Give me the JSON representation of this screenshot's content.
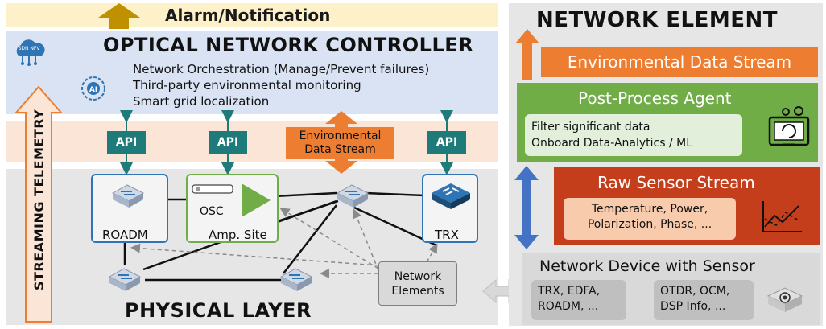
{
  "alarm": {
    "label": "Alarm/Notification"
  },
  "controller": {
    "title": "OPTICAL NETWORK CONTROLLER",
    "lines": [
      "Network Orchestration (Manage/Prevent failures)",
      "Third-party environmental monitoring",
      "Smart grid localization"
    ],
    "sdn_icon_text": "SDN NFV",
    "ai_icon_text": "AI"
  },
  "api_label": "API",
  "env_data_stream": {
    "line1": "Environmental",
    "line2": "Data Stream"
  },
  "streaming_telemetry": "STREAMING TELEMETRY",
  "physical_layer": {
    "title": "PHYSICAL LAYER",
    "roadm": "ROADM",
    "amp_site": "Amp. Site",
    "osc": "OSC",
    "trx": "TRX",
    "network_elements": {
      "line1": "Network",
      "line2": "Elements"
    }
  },
  "network_element": {
    "title": "NETWORK ELEMENT",
    "env_stream": "Environmental Data Stream",
    "post_process": {
      "title": "Post-Process Agent",
      "lines": [
        "Filter significant data",
        "Onboard Data-Analytics / ML"
      ]
    },
    "raw_sensor": {
      "title": "Raw Sensor Stream",
      "lines": [
        "Temperature, Power,",
        "Polarization, Phase, ..."
      ]
    },
    "device": {
      "title": "Network Device with Sensor",
      "left_lines": [
        "TRX, EDFA,",
        "ROADM, ..."
      ],
      "right_lines": [
        "OTDR, OCM,",
        "DSP Info, ..."
      ]
    }
  },
  "colors": {
    "orange": "#ed7d31",
    "teal": "#1f7a7a",
    "green": "#70ad47",
    "red": "#c43e1c",
    "blue": "#4472c4",
    "gold": "#bf9000"
  }
}
